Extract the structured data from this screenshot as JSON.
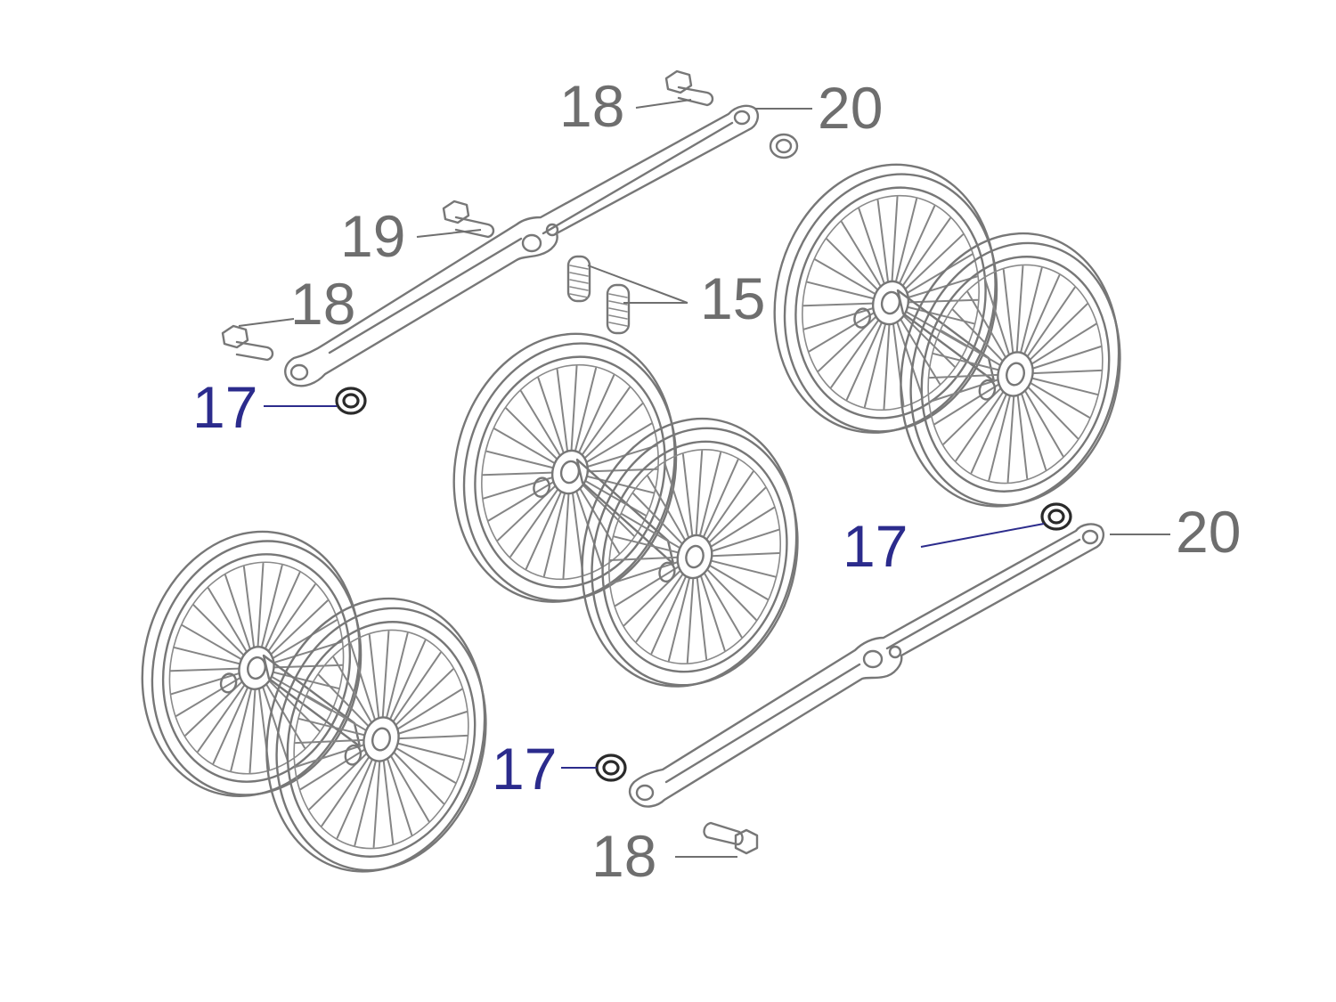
{
  "callouts": {
    "c18_top": "18",
    "c20_top": "20",
    "c19": "19",
    "c18_left": "18",
    "c15": "15",
    "c17_left": "17",
    "c17_right": "17",
    "c20_right": "20",
    "c17_bottom": "17",
    "c18_bottom": "18"
  },
  "colors": {
    "line_art": "#777777",
    "callout_gray": "#6e6e6e",
    "callout_highlight": "#2b2b8c",
    "background": "#ffffff"
  }
}
